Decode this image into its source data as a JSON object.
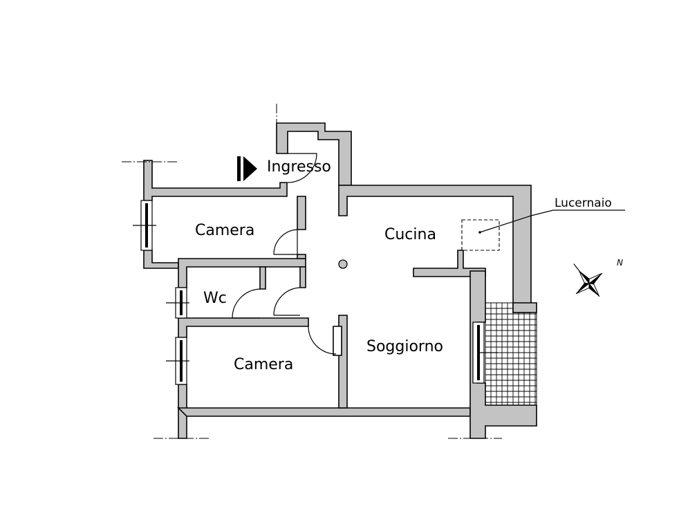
{
  "rooms": {
    "ingresso": "Ingresso",
    "camera_top": "Camera",
    "cucina": "Cucina",
    "wc": "Wc",
    "soggiorno": "Soggiorno",
    "camera_bottom": "Camera"
  },
  "annotations": {
    "skylight": "Lucernaio",
    "north": "N"
  },
  "icons": {
    "entrance": "entrance-arrow-icon",
    "compass": "compass-rose-icon"
  }
}
